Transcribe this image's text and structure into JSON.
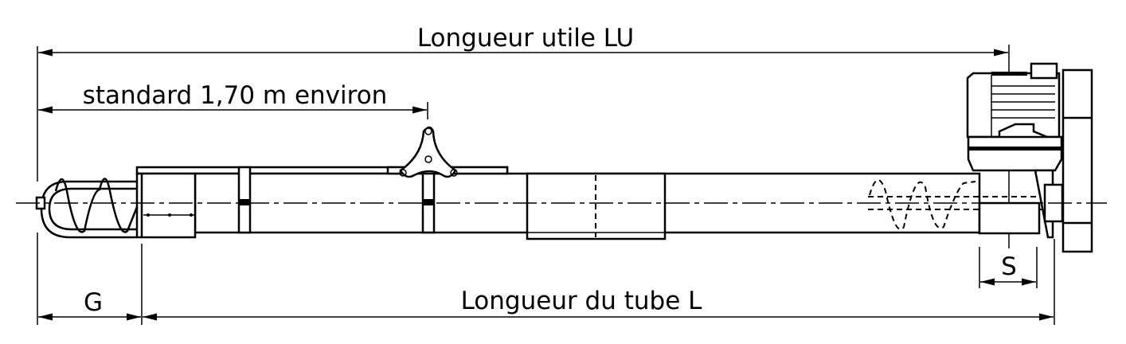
{
  "dimensions": {
    "useful_length": "Longueur utile LU",
    "standard_length": "standard 1,70 m environ",
    "tube_length": "Longueur du tube L",
    "g_label": "G",
    "s_label": "S"
  }
}
